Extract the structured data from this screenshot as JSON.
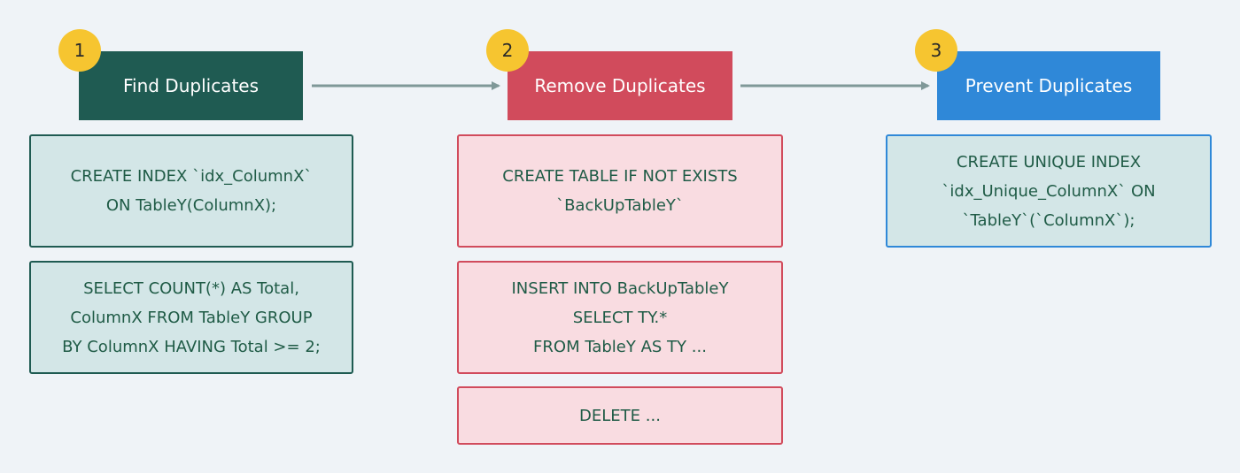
{
  "steps": [
    {
      "number": "1",
      "title": "Find Duplicates",
      "boxes": [
        "CREATE INDEX `idx_ColumnX`\nON TableY(ColumnX);",
        "SELECT COUNT(*) AS Total,\nColumnX FROM TableY GROUP\nBY ColumnX HAVING Total >= 2;"
      ]
    },
    {
      "number": "2",
      "title": "Remove Duplicates",
      "boxes": [
        "CREATE TABLE IF NOT EXISTS\n`BackUpTableY`",
        "INSERT INTO BackUpTableY\nSELECT TY.*\nFROM TableY AS TY ...",
        "DELETE ..."
      ]
    },
    {
      "number": "3",
      "title": "Prevent Duplicates",
      "boxes": [
        "CREATE UNIQUE INDEX\n`idx_Unique_ColumnX` ON\n`TableY`(`ColumnX`);"
      ]
    }
  ],
  "colors": {
    "step1": "#1f5b52",
    "step2": "#d14b5c",
    "step3": "#2f88d8",
    "badge": "#f6c530",
    "arrow": "#7f9898",
    "background": "#eff3f7"
  }
}
